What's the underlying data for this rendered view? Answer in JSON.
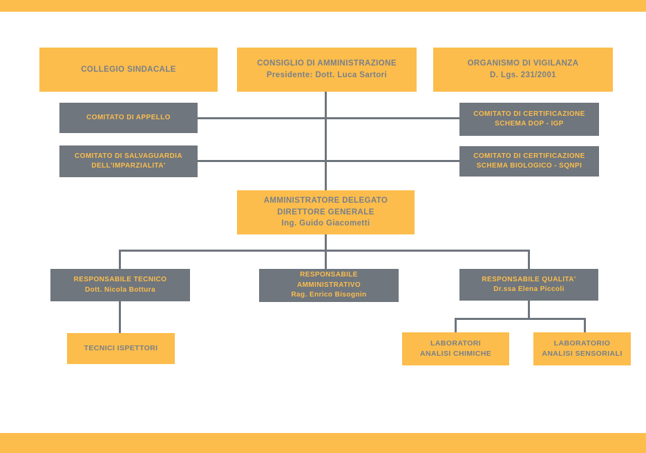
{
  "palette": {
    "accent_orange": "#FCBD4C",
    "box_gray": "#6F767E",
    "connector_gray": "#6E757D",
    "text_gray_on_orange": "#78808A",
    "text_orange_on_gray": "#FBBD4C"
  },
  "org_chart": {
    "nodes": {
      "collegio": {
        "title": "COLLEGIO SINDACALE"
      },
      "consiglio": {
        "title": "CONSIGLIO DI AMMINISTRAZIONE",
        "subtitle": "Presidente: Dott. Luca Sartori"
      },
      "organismo": {
        "title": "ORGANISMO DI VIGILANZA",
        "subtitle": "D. Lgs. 231/2001"
      },
      "appello": {
        "title": "COMITATO DI APPELLO"
      },
      "salvaguardia": {
        "title": "COMITATO DI SALVAGUARDIA",
        "subtitle": "DELL'IMPARZIALITA'"
      },
      "cert_dop": {
        "title": "COMITATO DI CERTIFICAZIONE",
        "subtitle": "SCHEMA DOP - IGP"
      },
      "cert_bio": {
        "title": "COMITATO DI CERTIFICAZIONE",
        "subtitle": "SCHEMA BIOLOGICO - SQNPI"
      },
      "ad_dg": {
        "line1": "AMMINISTRATORE DELEGATO",
        "line2": "DIRETTORE GENERALE",
        "line3": "Ing. Guido Giacometti"
      },
      "resp_tecnico": {
        "title": "RESPONSABILE TECNICO",
        "subtitle": "Dott. Nicola Bottura"
      },
      "resp_amm": {
        "line1": "RESPONSABILE",
        "line2": "AMMINISTRATIVO",
        "line3": "Rag. Enrico Bisognin"
      },
      "resp_qualita": {
        "title": "RESPONSABILE QUALITA'",
        "subtitle": "Dr.ssa Elena Piccoli"
      },
      "tecnici": {
        "title": "TECNICI ISPETTORI"
      },
      "lab_chimiche": {
        "title": "LABORATORI",
        "subtitle": "ANALISI CHIMICHE"
      },
      "lab_sensoriali": {
        "title": "LABORATORIO",
        "subtitle": "ANALISI SENSORIALI"
      }
    }
  }
}
